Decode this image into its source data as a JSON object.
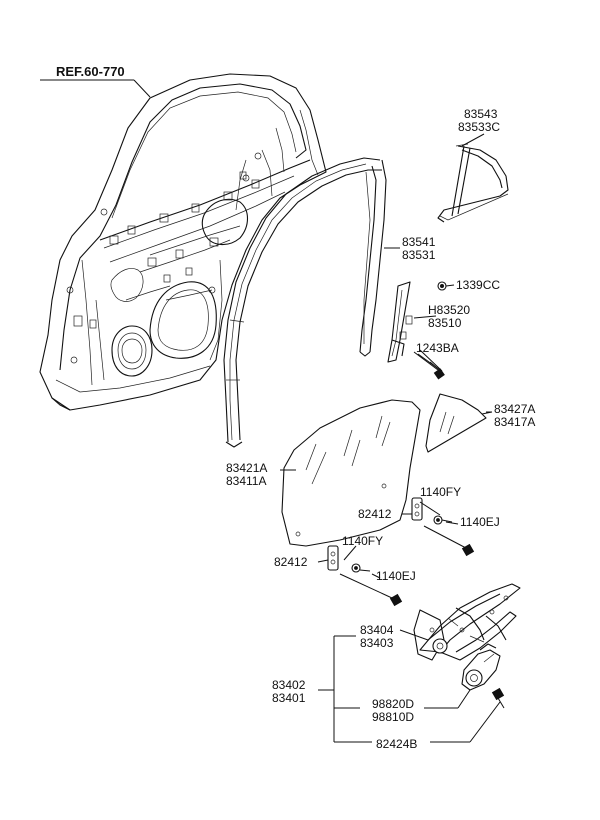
{
  "reference": "REF.60-770",
  "labels": {
    "p83543": "83543",
    "p83533C": "83533C",
    "p83541": "83541",
    "p83531": "83531",
    "p1339CC": "1339CC",
    "pH83520": "H83520",
    "p83510": "83510",
    "p1243BA": "1243BA",
    "p83427A": "83427A",
    "p83417A": "83417A",
    "p83421A": "83421A",
    "p83411A": "83411A",
    "p1140FY_a": "1140FY",
    "p82412_a": "82412",
    "p1140EJ_a": "1140EJ",
    "p1140FY_b": "1140FY",
    "p82412_b": "82412",
    "p1140EJ_b": "1140EJ",
    "p83404": "83404",
    "p83403": "83403",
    "p83402": "83402",
    "p83401": "83401",
    "p98820D": "98820D",
    "p98810D": "98810D",
    "p82424B": "82424B"
  }
}
